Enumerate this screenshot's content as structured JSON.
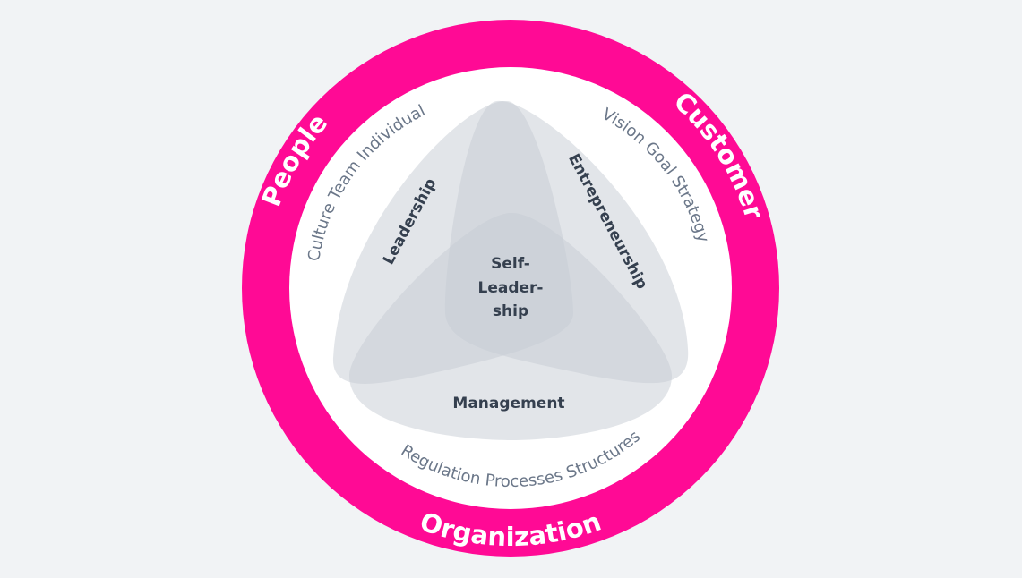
{
  "colors": {
    "ring": "#ff0a95",
    "background": "#f1f3f5",
    "leaf": "#c6ccd4",
    "text": "#35404f",
    "subtext": "#6b7789"
  },
  "ring": {
    "people": "People",
    "customer": "Customer",
    "organization": "Organization"
  },
  "subtitles": {
    "people": "Culture Team Individual",
    "customer": "Vision Goal Strategy",
    "organization": "Regulation Processes Structures"
  },
  "areas": {
    "leadership": "Leadership",
    "entrepreneurship": "Entrepreneurship",
    "management": "Management",
    "center_line1": "Self-",
    "center_line2": "Leader-",
    "center_line3": "ship"
  }
}
